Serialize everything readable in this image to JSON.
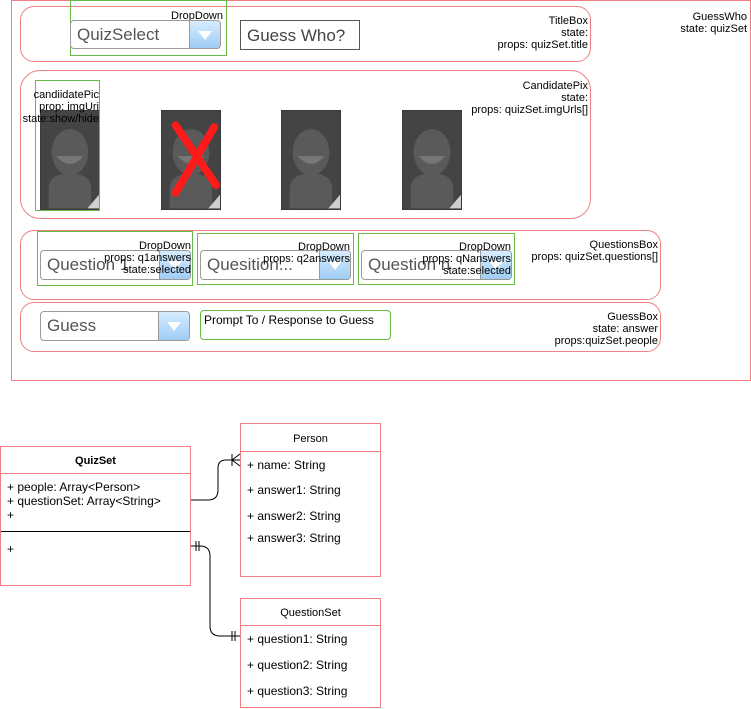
{
  "guesswho": {
    "name": "GuessWho",
    "state": "state: quizSet"
  },
  "titlebox": {
    "name": "TitleBox",
    "state": "state:",
    "props": "props: quizSet.title",
    "dropdown_label": "DropDown",
    "quiz_select": "QuizSelect",
    "title_text": "Guess Who?"
  },
  "candidatepix": {
    "name": "CandidatePix",
    "state": "state:",
    "props": "props: quizSet.imgUrls[]",
    "pic_name": "candiidatePic",
    "pic_prop": "prop: imgUri",
    "pic_state": "state:show/hide"
  },
  "questionsbox": {
    "name": "QuestionsBox",
    "props": "props: quizSet.questions[]",
    "dropdowns": [
      {
        "label": "DropDown",
        "props": "props: q1answers",
        "state": "state:selected",
        "value": "Question 1"
      },
      {
        "label": "DropDown",
        "props": "props: q2answers",
        "state": "",
        "value": "Quesition..."
      },
      {
        "label": "DropDown",
        "props": "props: qNanswers",
        "state": "state:selected",
        "value": "Question n"
      }
    ]
  },
  "guessbox": {
    "name": "GuessBox",
    "state": "state: answer",
    "props": "props:quizSet.people",
    "guess": "Guess",
    "prompt": "Prompt To / Response to Guess"
  },
  "quizset_class": {
    "name": "QuizSet",
    "attrs": [
      "+ people: Array<Person>",
      "+ questionSet: Array<String>",
      "+"
    ],
    "methods": [
      "+"
    ]
  },
  "person_class": {
    "name": "Person",
    "attrs": [
      "+ name: String",
      "+ answer1: String",
      "+ answer2: String",
      "+ answer3: String"
    ]
  },
  "questionset_class": {
    "name": "QuestionSet",
    "attrs": [
      "+ question1: String",
      "+ question2: String",
      "+ question3: String"
    ]
  },
  "colors": {
    "border_red": "#f08080",
    "border_green": "#66bb44",
    "dropdown_blue": "#9fcdf5",
    "cross_red": "#ff1a1a"
  },
  "icons": [
    "person-silhouette-icon",
    "red-cross-icon",
    "chevron-down-icon"
  ]
}
